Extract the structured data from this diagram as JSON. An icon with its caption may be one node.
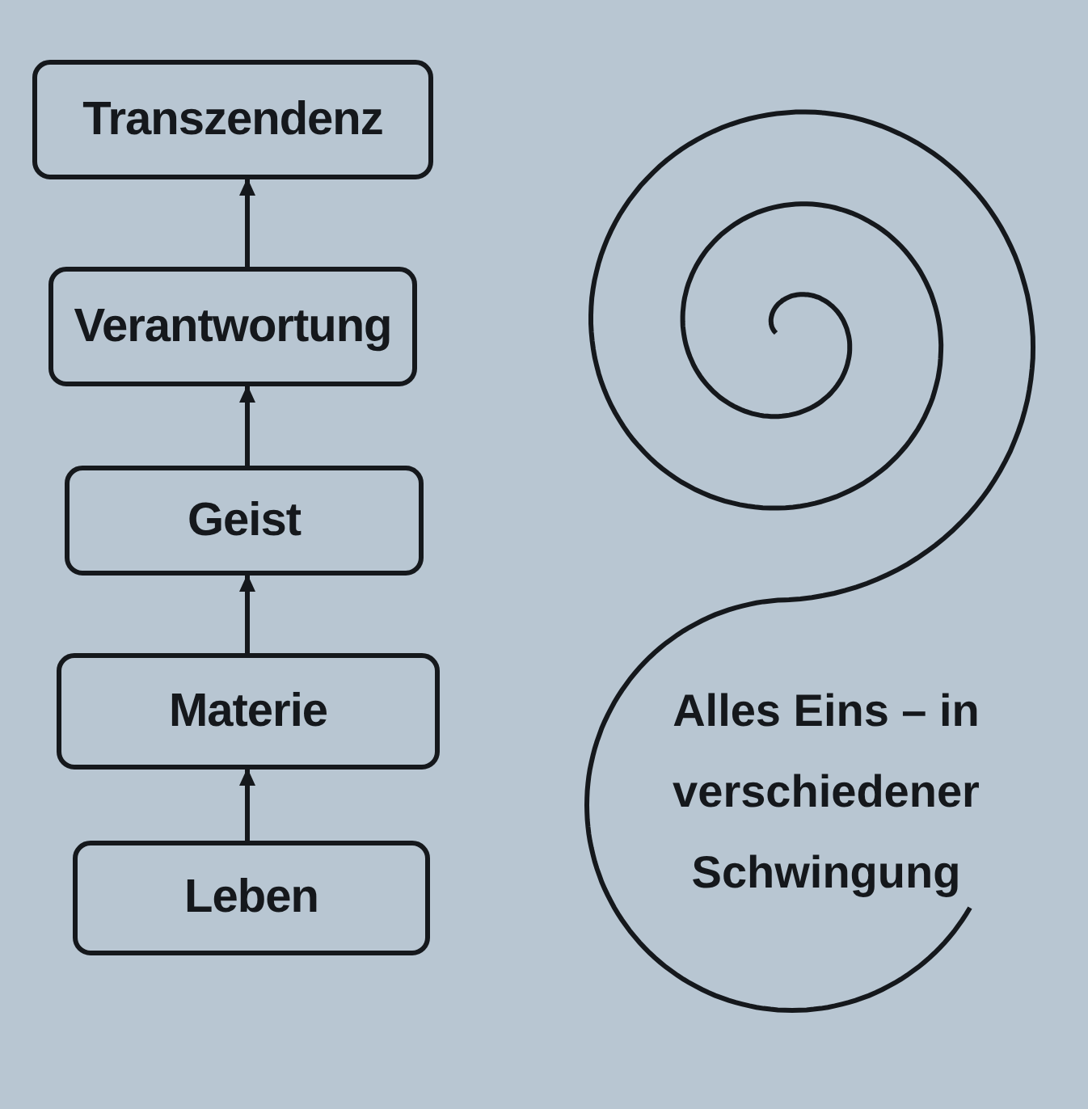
{
  "diagram": {
    "nodes": [
      {
        "text": [
          "Transzendenz"
        ]
      },
      {
        "text": [
          "Verantwortung"
        ]
      },
      {
        "text": [
          "Geist"
        ]
      },
      {
        "text": [
          "Materie"
        ]
      },
      {
        "text": [
          "Leben"
        ]
      }
    ],
    "edges": [
      {
        "from": 4,
        "to": 3,
        "arrow": "to"
      },
      {
        "from": 3,
        "to": 2,
        "arrow": "to"
      },
      {
        "from": 2,
        "to": 1,
        "arrow": "to"
      },
      {
        "from": 1,
        "to": 0,
        "arrow": "to"
      }
    ],
    "labels": [
      "Alles Eins – in verschiedener Schwingung"
    ]
  }
}
